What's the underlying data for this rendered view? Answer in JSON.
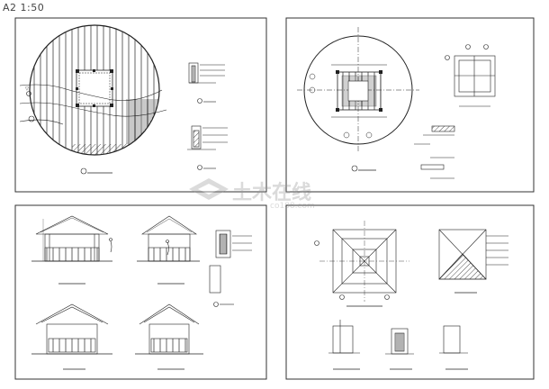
{
  "sheet": {
    "label": "A2   1:50"
  },
  "watermark": {
    "text": "土木在线",
    "sub": "co188.com"
  },
  "panels": [
    {
      "id": "site-plan"
    },
    {
      "id": "pavilion-plan"
    },
    {
      "id": "elevations-sections"
    },
    {
      "id": "roof-plans"
    }
  ],
  "colors": {
    "line": "#222222",
    "frame": "#333333",
    "watermark": "#999999"
  }
}
